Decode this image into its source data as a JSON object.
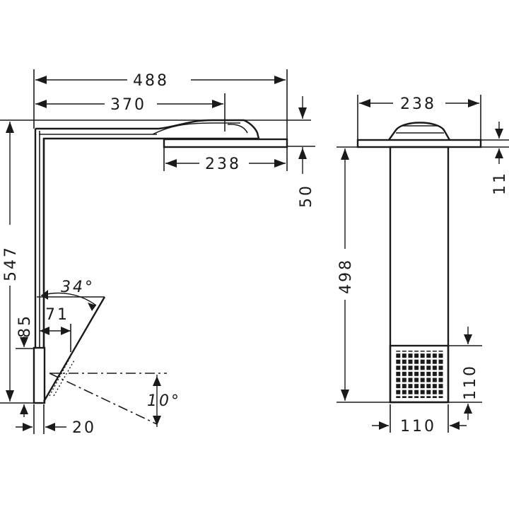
{
  "dimensions": {
    "overall_length": "488",
    "arm_to_head": "370",
    "head_width_side": "238",
    "head_offset": "50",
    "total_height": "547",
    "base_height": "85",
    "handshower_reach": "71",
    "wall_gap": "20",
    "tilt_angle": "34°",
    "spray_angle": "10°",
    "head_width_front": "238",
    "head_thickness": "11",
    "column_height": "498",
    "box_height": "110",
    "box_width": "110"
  }
}
